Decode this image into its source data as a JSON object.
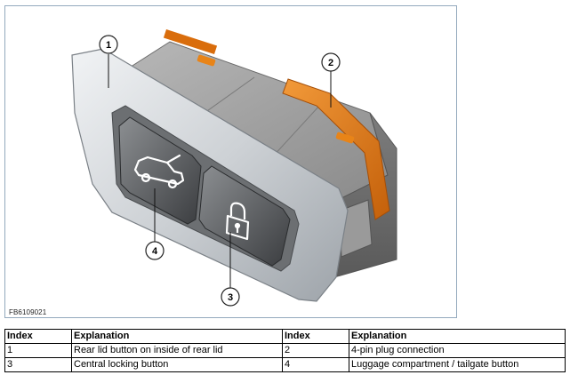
{
  "figure": {
    "id_code": "FB6109021",
    "callouts": [
      "1",
      "2",
      "3",
      "4"
    ],
    "icons": [
      "tailgate-icon",
      "lock-icon"
    ],
    "colors": {
      "housing": "#8e8e8e",
      "bezel": "#cfd3d7",
      "connector": "#e07a12",
      "callout_fill": "#ffffff"
    }
  },
  "legend_table": {
    "headers": [
      "Index",
      "Explanation",
      "Index",
      "Explanation"
    ],
    "rows": [
      [
        "1",
        "Rear lid button on inside of rear lid",
        "2",
        "4-pin plug connection"
      ],
      [
        "3",
        "Central locking button",
        "4",
        "Luggage compartment / tailgate button"
      ]
    ]
  }
}
